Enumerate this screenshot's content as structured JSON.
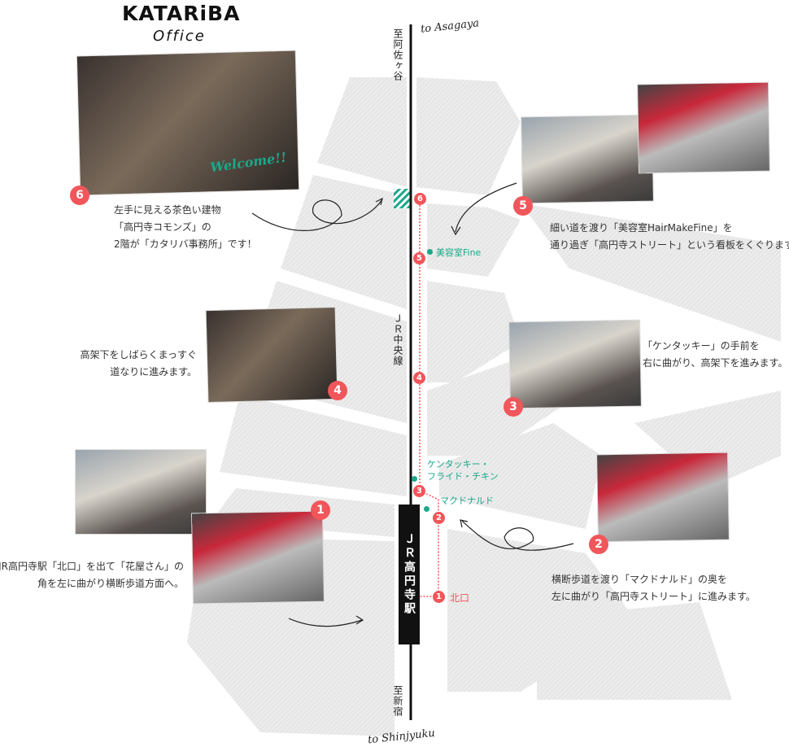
{
  "logo": {
    "brand": "KATARiBA",
    "sub": "Office"
  },
  "map": {
    "north_jp": "至阿佐ヶ谷",
    "north_en": "to Asagaya",
    "south_jp": "至新宿",
    "south_en": "to Shinjyuku",
    "line_name": "ＪＲ中央線",
    "station": "ＪＲ高円寺駅",
    "landmarks": {
      "salon": "美容室Fine",
      "kfc_1": "ケンタッキー・",
      "kfc_2": "フライド・チキン",
      "mcd": "マクドナルド",
      "north_exit": "北口"
    },
    "markers": [
      "1",
      "2",
      "3",
      "4",
      "5",
      "6"
    ],
    "colors": {
      "route": "#f0565a",
      "landmark": "#1aa88a"
    }
  },
  "welcome": "Welcome!!",
  "steps": [
    {
      "num": "1",
      "lines": [
        "JR高円寺駅「北口」を出て「花屋さん」の",
        "角を左に曲がり横断歩道方面へ。"
      ]
    },
    {
      "num": "2",
      "lines": [
        "横断歩道を渡り「マクドナルド」の奥を",
        "左に曲がり「高円寺ストリート」に進みます。"
      ]
    },
    {
      "num": "3",
      "lines": [
        "「ケンタッキー」の手前を",
        "右に曲がり、高架下を進みます。"
      ]
    },
    {
      "num": "4",
      "lines": [
        "高架下をしばらくまっすぐ",
        "道なりに進みます。"
      ]
    },
    {
      "num": "5",
      "lines": [
        "細い道を渡り「美容室HairMakeFine」を",
        "通り過ぎ「高円寺ストリート」という看板をくぐります。"
      ]
    },
    {
      "num": "6",
      "lines": [
        "左手に見える茶色い建物",
        "「高円寺コモンズ」の",
        "2階が「カタリバ事務所」です！"
      ]
    }
  ]
}
